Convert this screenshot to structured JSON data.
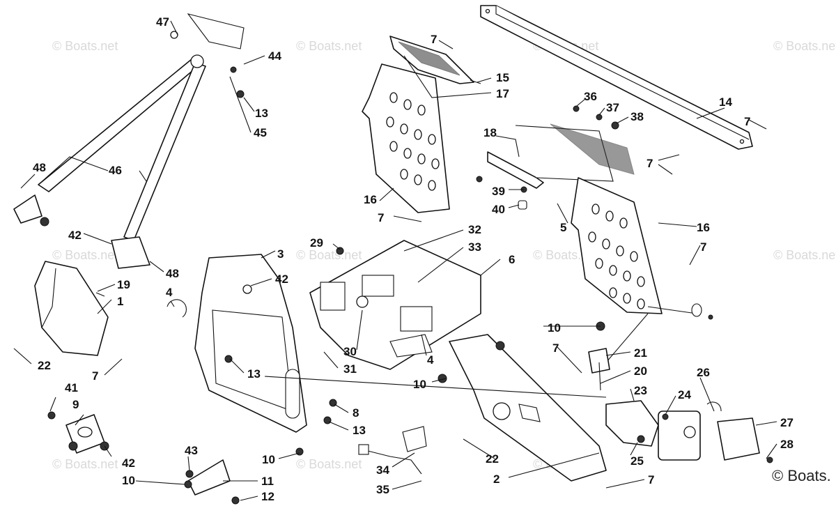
{
  "watermark": {
    "text": "© Boats.net",
    "corner_text": "© Boats."
  },
  "callouts": [
    {
      "id": "c47",
      "label": "47"
    },
    {
      "id": "c44",
      "label": "44"
    },
    {
      "id": "c13a",
      "label": "13"
    },
    {
      "id": "c45",
      "label": "45"
    },
    {
      "id": "c48a",
      "label": "48"
    },
    {
      "id": "c46",
      "label": "46"
    },
    {
      "id": "c42a",
      "label": "42"
    },
    {
      "id": "c48b",
      "label": "48"
    },
    {
      "id": "c19",
      "label": "19"
    },
    {
      "id": "c1",
      "label": "1"
    },
    {
      "id": "c22a",
      "label": "22"
    },
    {
      "id": "c7a",
      "label": "7"
    },
    {
      "id": "c3",
      "label": "3"
    },
    {
      "id": "c42b",
      "label": "42"
    },
    {
      "id": "c4a",
      "label": "4"
    },
    {
      "id": "c13b",
      "label": "13"
    },
    {
      "id": "c41",
      "label": "41"
    },
    {
      "id": "c9",
      "label": "9"
    },
    {
      "id": "c42c",
      "label": "42"
    },
    {
      "id": "c10a",
      "label": "10"
    },
    {
      "id": "c43",
      "label": "43"
    },
    {
      "id": "c11",
      "label": "11"
    },
    {
      "id": "c12",
      "label": "12"
    },
    {
      "id": "c10b",
      "label": "10"
    },
    {
      "id": "c8",
      "label": "8"
    },
    {
      "id": "c13c",
      "label": "13"
    },
    {
      "id": "c7b",
      "label": "7"
    },
    {
      "id": "c15",
      "label": "15"
    },
    {
      "id": "c17",
      "label": "17"
    },
    {
      "id": "c16a",
      "label": "16"
    },
    {
      "id": "c7c",
      "label": "7"
    },
    {
      "id": "c29",
      "label": "29"
    },
    {
      "id": "c32",
      "label": "32"
    },
    {
      "id": "c33",
      "label": "33"
    },
    {
      "id": "c6",
      "label": "6"
    },
    {
      "id": "c30",
      "label": "30"
    },
    {
      "id": "c31",
      "label": "31"
    },
    {
      "id": "c4b",
      "label": "4"
    },
    {
      "id": "c34",
      "label": "34"
    },
    {
      "id": "c35",
      "label": "35"
    },
    {
      "id": "c18",
      "label": "18"
    },
    {
      "id": "c36",
      "label": "36"
    },
    {
      "id": "c37",
      "label": "37"
    },
    {
      "id": "c38",
      "label": "38"
    },
    {
      "id": "c14",
      "label": "14"
    },
    {
      "id": "c7d",
      "label": "7"
    },
    {
      "id": "c7e",
      "label": "7"
    },
    {
      "id": "c39",
      "label": "39"
    },
    {
      "id": "c40",
      "label": "40"
    },
    {
      "id": "c5",
      "label": "5"
    },
    {
      "id": "c16b",
      "label": "16"
    },
    {
      "id": "c7f",
      "label": "7"
    },
    {
      "id": "c10c",
      "label": "10"
    },
    {
      "id": "c7g",
      "label": "7"
    },
    {
      "id": "c21",
      "label": "21"
    },
    {
      "id": "c20",
      "label": "20"
    },
    {
      "id": "c10d",
      "label": "10"
    },
    {
      "id": "c23",
      "label": "23"
    },
    {
      "id": "c26",
      "label": "26"
    },
    {
      "id": "c24",
      "label": "24"
    },
    {
      "id": "c27",
      "label": "27"
    },
    {
      "id": "c28",
      "label": "28"
    },
    {
      "id": "c25",
      "label": "25"
    },
    {
      "id": "c22b",
      "label": "22"
    },
    {
      "id": "c2",
      "label": "2"
    },
    {
      "id": "c7h",
      "label": "7"
    }
  ]
}
